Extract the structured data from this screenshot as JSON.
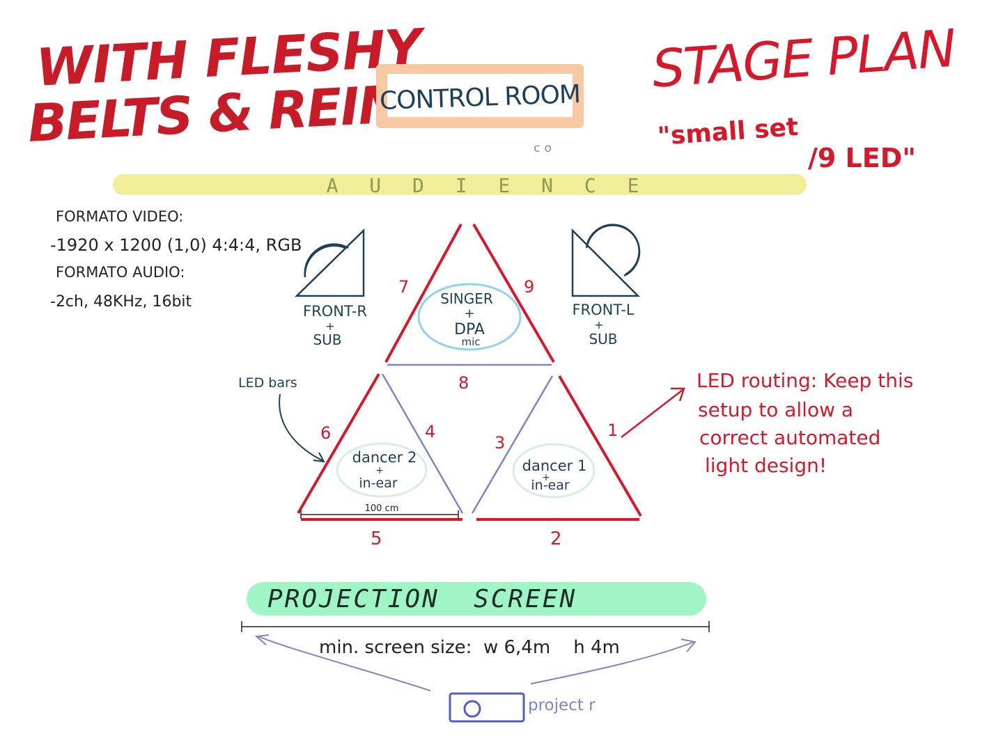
{
  "title": {
    "line1": "WITH FLESHY",
    "line2": "BELTS & REINS"
  },
  "stage_plan": {
    "title": "STAGE PLAN",
    "subtitle_part1": "\"small set",
    "subtitle_part2": "/9 LED\""
  },
  "control_room": {
    "label": "CONTROL ROOM",
    "note": "co"
  },
  "audience": {
    "label": "A U D I E N C E"
  },
  "formats": {
    "video_heading": "FORMATO VIDEO:",
    "video_value": "-1920 x 1200 (1,0) 4:4:4, RGB",
    "audio_heading": "FORMATO AUDIO:",
    "audio_value": "-2ch, 48KHz, 16bit"
  },
  "speakers": {
    "right": {
      "label": "FRONT-R",
      "plus": "+",
      "sub": "SUB"
    },
    "left": {
      "label": "FRONT-L",
      "plus": "+",
      "sub": "SUB"
    }
  },
  "performers": {
    "singer": {
      "line1": "SINGER",
      "line2": "+",
      "line3": "DPA",
      "line4": "mic"
    },
    "dancer2": {
      "line1": "dancer 2",
      "line2": "+",
      "line3": "in-ear"
    },
    "dancer1": {
      "line1": "dancer 1",
      "line2": "+",
      "line3": "in-ear"
    }
  },
  "led_numbers": [
    "1",
    "2",
    "3",
    "4",
    "5",
    "6",
    "7",
    "8",
    "9"
  ],
  "led_bars_label": "LED bars",
  "dimension_label": "100 cm",
  "led_routing_note": {
    "line1": "LED routing: Keep this",
    "line2": "setup to allow a",
    "line3": "correct automated",
    "line4": "light design!"
  },
  "projection": {
    "label": "PROJECTION  SCREEN",
    "size_label": "min. screen size:  w 6,4m    h 4m",
    "projector_label": "project r"
  },
  "colors": {
    "red": "#d7182a",
    "navy": "#1c3f5a",
    "slate": "#7d86c4",
    "yellow": "#f1ee9a",
    "mint": "#9ff5c4",
    "peach": "#f6c9a2",
    "cyan": "#8fd3ef",
    "paleMint": "#d3efe2",
    "olive": "#8f9a50"
  }
}
